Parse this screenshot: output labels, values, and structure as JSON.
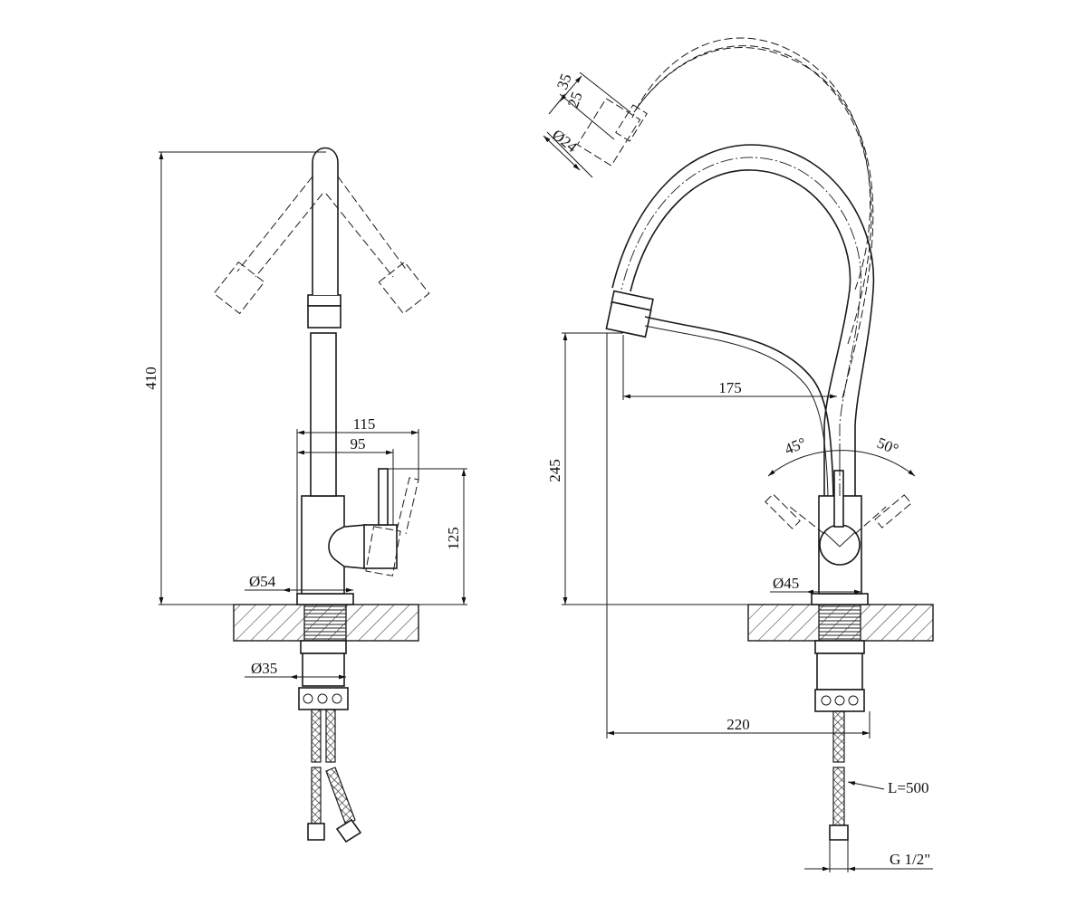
{
  "left_view": {
    "dim_total_height": "410",
    "dim_handle_reach": "115",
    "dim_handle_offset": "95",
    "dim_handle_height": "125",
    "dim_base_diameter": "Ø54",
    "dim_thread_diameter": "Ø35"
  },
  "right_view": {
    "dim_head_35": "35",
    "dim_head_25": "25",
    "dim_head_diameter": "Ø24",
    "dim_spout_reach": "175",
    "dim_spout_height": "245",
    "angle_left": "45°",
    "angle_right": "50°",
    "dim_body_diameter": "Ø45",
    "dim_max_reach": "220",
    "hose_length": "L=500",
    "hose_thread": "G 1/2\""
  }
}
